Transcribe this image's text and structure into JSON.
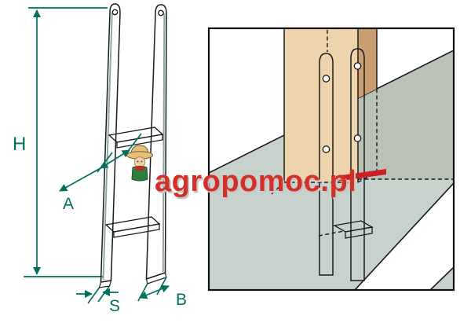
{
  "diagram": {
    "dimension_labels": {
      "height": "H",
      "clearance": "A",
      "thickness": "S",
      "width": "B"
    }
  },
  "watermark": {
    "text": "agropomoc.pl",
    "mascot": "farmer-mascot-icon"
  },
  "colors": {
    "dimension_lines": "#00715e",
    "metal": "#c9d5cf",
    "metal_shade": "#9fb0a8",
    "wood_front": "#eed4ad",
    "wood_side": "#c99f6f",
    "concrete": "#c6d2cb",
    "concrete_shade": "#b9c2b4",
    "marker_red": "#cc2027",
    "watermark_red": "#d3302a",
    "outline": "#1a1a1a",
    "background": "#ffffff"
  }
}
